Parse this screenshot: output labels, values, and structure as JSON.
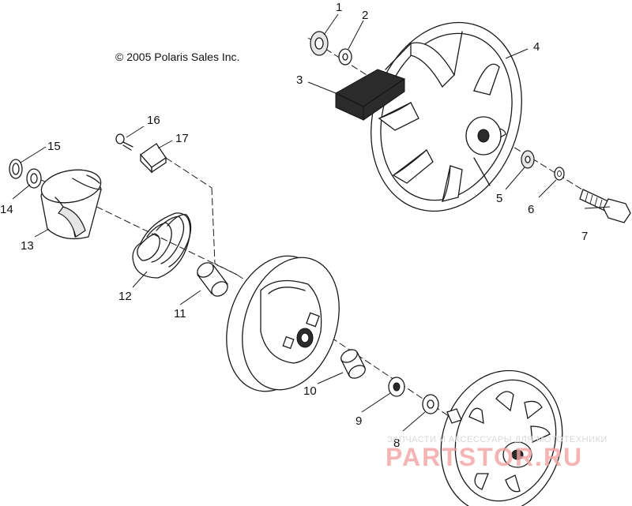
{
  "copyright": "© 2005 Polaris Sales Inc.",
  "watermark": {
    "caption": "ЗАПЧАСТИ И АКСЕССУАРЫ ДЛЯ МОТОТЕХНИКИ",
    "brand": "PARTSTOR.RU",
    "color": "#f3a3a3"
  },
  "callouts": {
    "c1": "1",
    "c2": "2",
    "c3": "3",
    "c4": "4",
    "c5": "5",
    "c6": "6",
    "c7": "7",
    "c8": "8",
    "c9": "9",
    "c10": "10",
    "c11": "11",
    "c12": "12",
    "c13": "13",
    "c14": "14",
    "c15": "15",
    "c16": "16",
    "c17": "17"
  }
}
